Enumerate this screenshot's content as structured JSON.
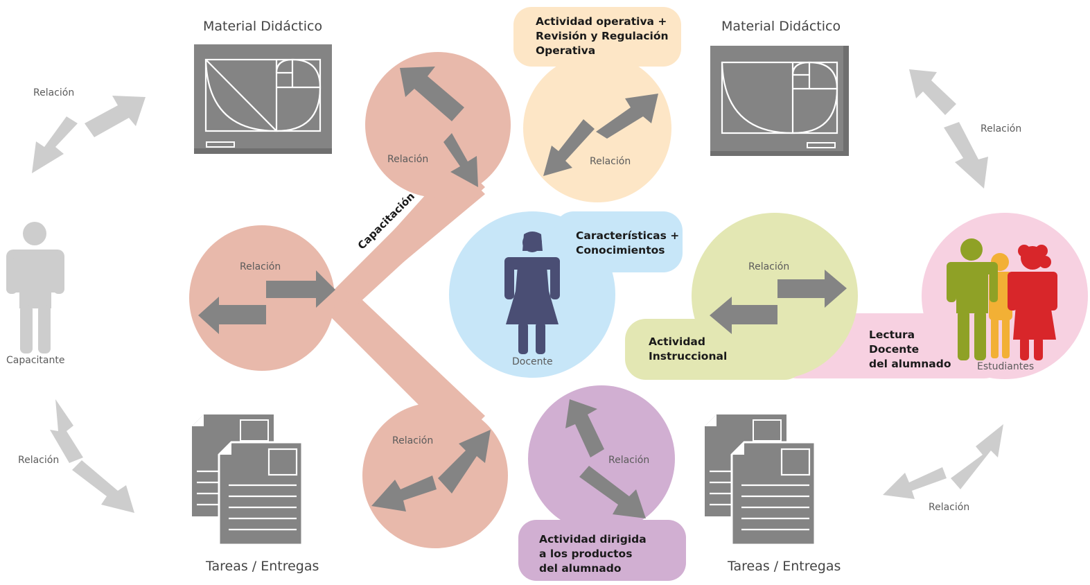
{
  "labels": {
    "relacion": "Relación",
    "capacitante": "Capacitante",
    "docente": "Docente",
    "estudiantes": "Estudiantes",
    "material_left": "Material Didáctico",
    "material_right": "Material Didáctico",
    "tareas_left": "Tareas / Entregas",
    "tareas_right": "Tareas / Entregas",
    "capacitacion": "Capacitación"
  },
  "boxes": {
    "operativa": [
      "Actividad operativa +",
      "Revisión y Regulación",
      "Operativa"
    ],
    "caracteristicas": [
      "Características +",
      "Conocimientos"
    ],
    "instruccional": [
      "Actividad",
      "Instruccional"
    ],
    "lectura": [
      "Lectura",
      "Docente",
      "del alumnado"
    ],
    "productos": [
      "Actividad dirigida",
      "a los productos",
      "del alumnado"
    ]
  },
  "colors": {
    "salmon": "#e8b9ab",
    "peach": "#fde6c6",
    "blue": "#c7e6f8",
    "green": "#e3e7b3",
    "pink": "#f7d1e1",
    "purple": "#d1afd2",
    "arrow_dark": "#848484",
    "arrow_light": "#cdcdcd",
    "docente": "#4a4e74"
  },
  "icons": {
    "board": "chalkboard-golden-ratio-icon",
    "docs": "documents-icon",
    "person": "person-icon"
  }
}
